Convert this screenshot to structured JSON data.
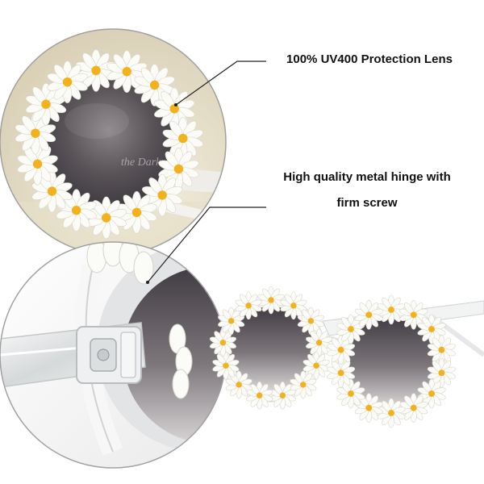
{
  "callouts": {
    "lens": "100% UV400 Protection Lens",
    "hinge_line1": "High quality metal hinge with",
    "hinge_line2": "firm screw"
  },
  "colors": {
    "petal": "#fbfbf7",
    "petal_edge": "#d8d6cc",
    "center": "#f3b21d",
    "lens_dark": "#4a454c",
    "lens_light": "#b8b2b6",
    "frame": "#e8eaea",
    "leader_line": "#222222",
    "zoom_border": "#9a9a9a"
  },
  "icons": [
    "daisy-flower-icon"
  ]
}
